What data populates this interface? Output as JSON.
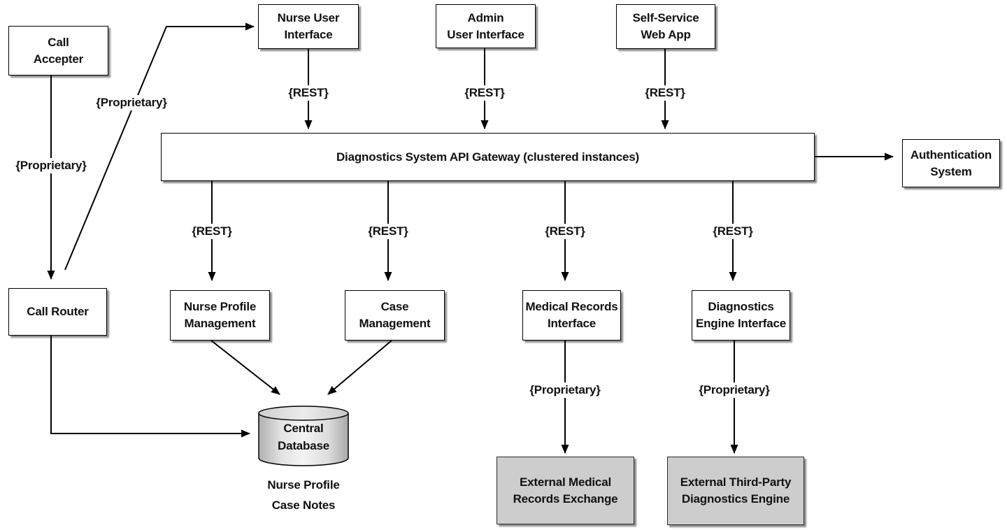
{
  "nodes": {
    "call_accepter": "Call\nAccepter",
    "nurse_ui": "Nurse User\nInterface",
    "admin_ui": "Admin\nUser Interface",
    "self_service": "Self-Service\nWeb App",
    "gateway": "Diagnostics System API Gateway (clustered instances)",
    "auth_system": "Authentication\nSystem",
    "call_router": "Call Router",
    "nurse_profile_mgmt": "Nurse Profile\nManagement",
    "case_mgmt": "Case\nManagement",
    "medical_records_iface": "Medical Records\nInterface",
    "diag_engine_iface": "Diagnostics\nEngine Interface",
    "central_db": "Central\nDatabase",
    "external_medical": "External Medical\nRecords Exchange",
    "external_diag": "External Third-Party\nDiagnostics Engine"
  },
  "db_caption": {
    "line1": "Nurse Profile",
    "line2": "Case Notes"
  },
  "edge_labels": {
    "prop_accepter_router": "{Proprietary}",
    "prop_router_nurse_ui": "{Proprietary}",
    "rest_nurse_ui": "{REST}",
    "rest_admin_ui": "{REST}",
    "rest_self_service": "{REST}",
    "rest_nurse_profile": "{REST}",
    "rest_case_mgmt": "{REST}",
    "rest_medical_records": "{REST}",
    "rest_diag_engine": "{REST}",
    "prop_medical_records": "{Proprietary}",
    "prop_diag_engine": "{Proprietary}"
  },
  "colors": {
    "line": "#000000",
    "box_fill": "#ffffff",
    "box_border": "#000000",
    "external_fill": "#cdcdcd",
    "cylinder_edge": "#b5b5b5",
    "cylinder_center": "#f4f4f4"
  }
}
